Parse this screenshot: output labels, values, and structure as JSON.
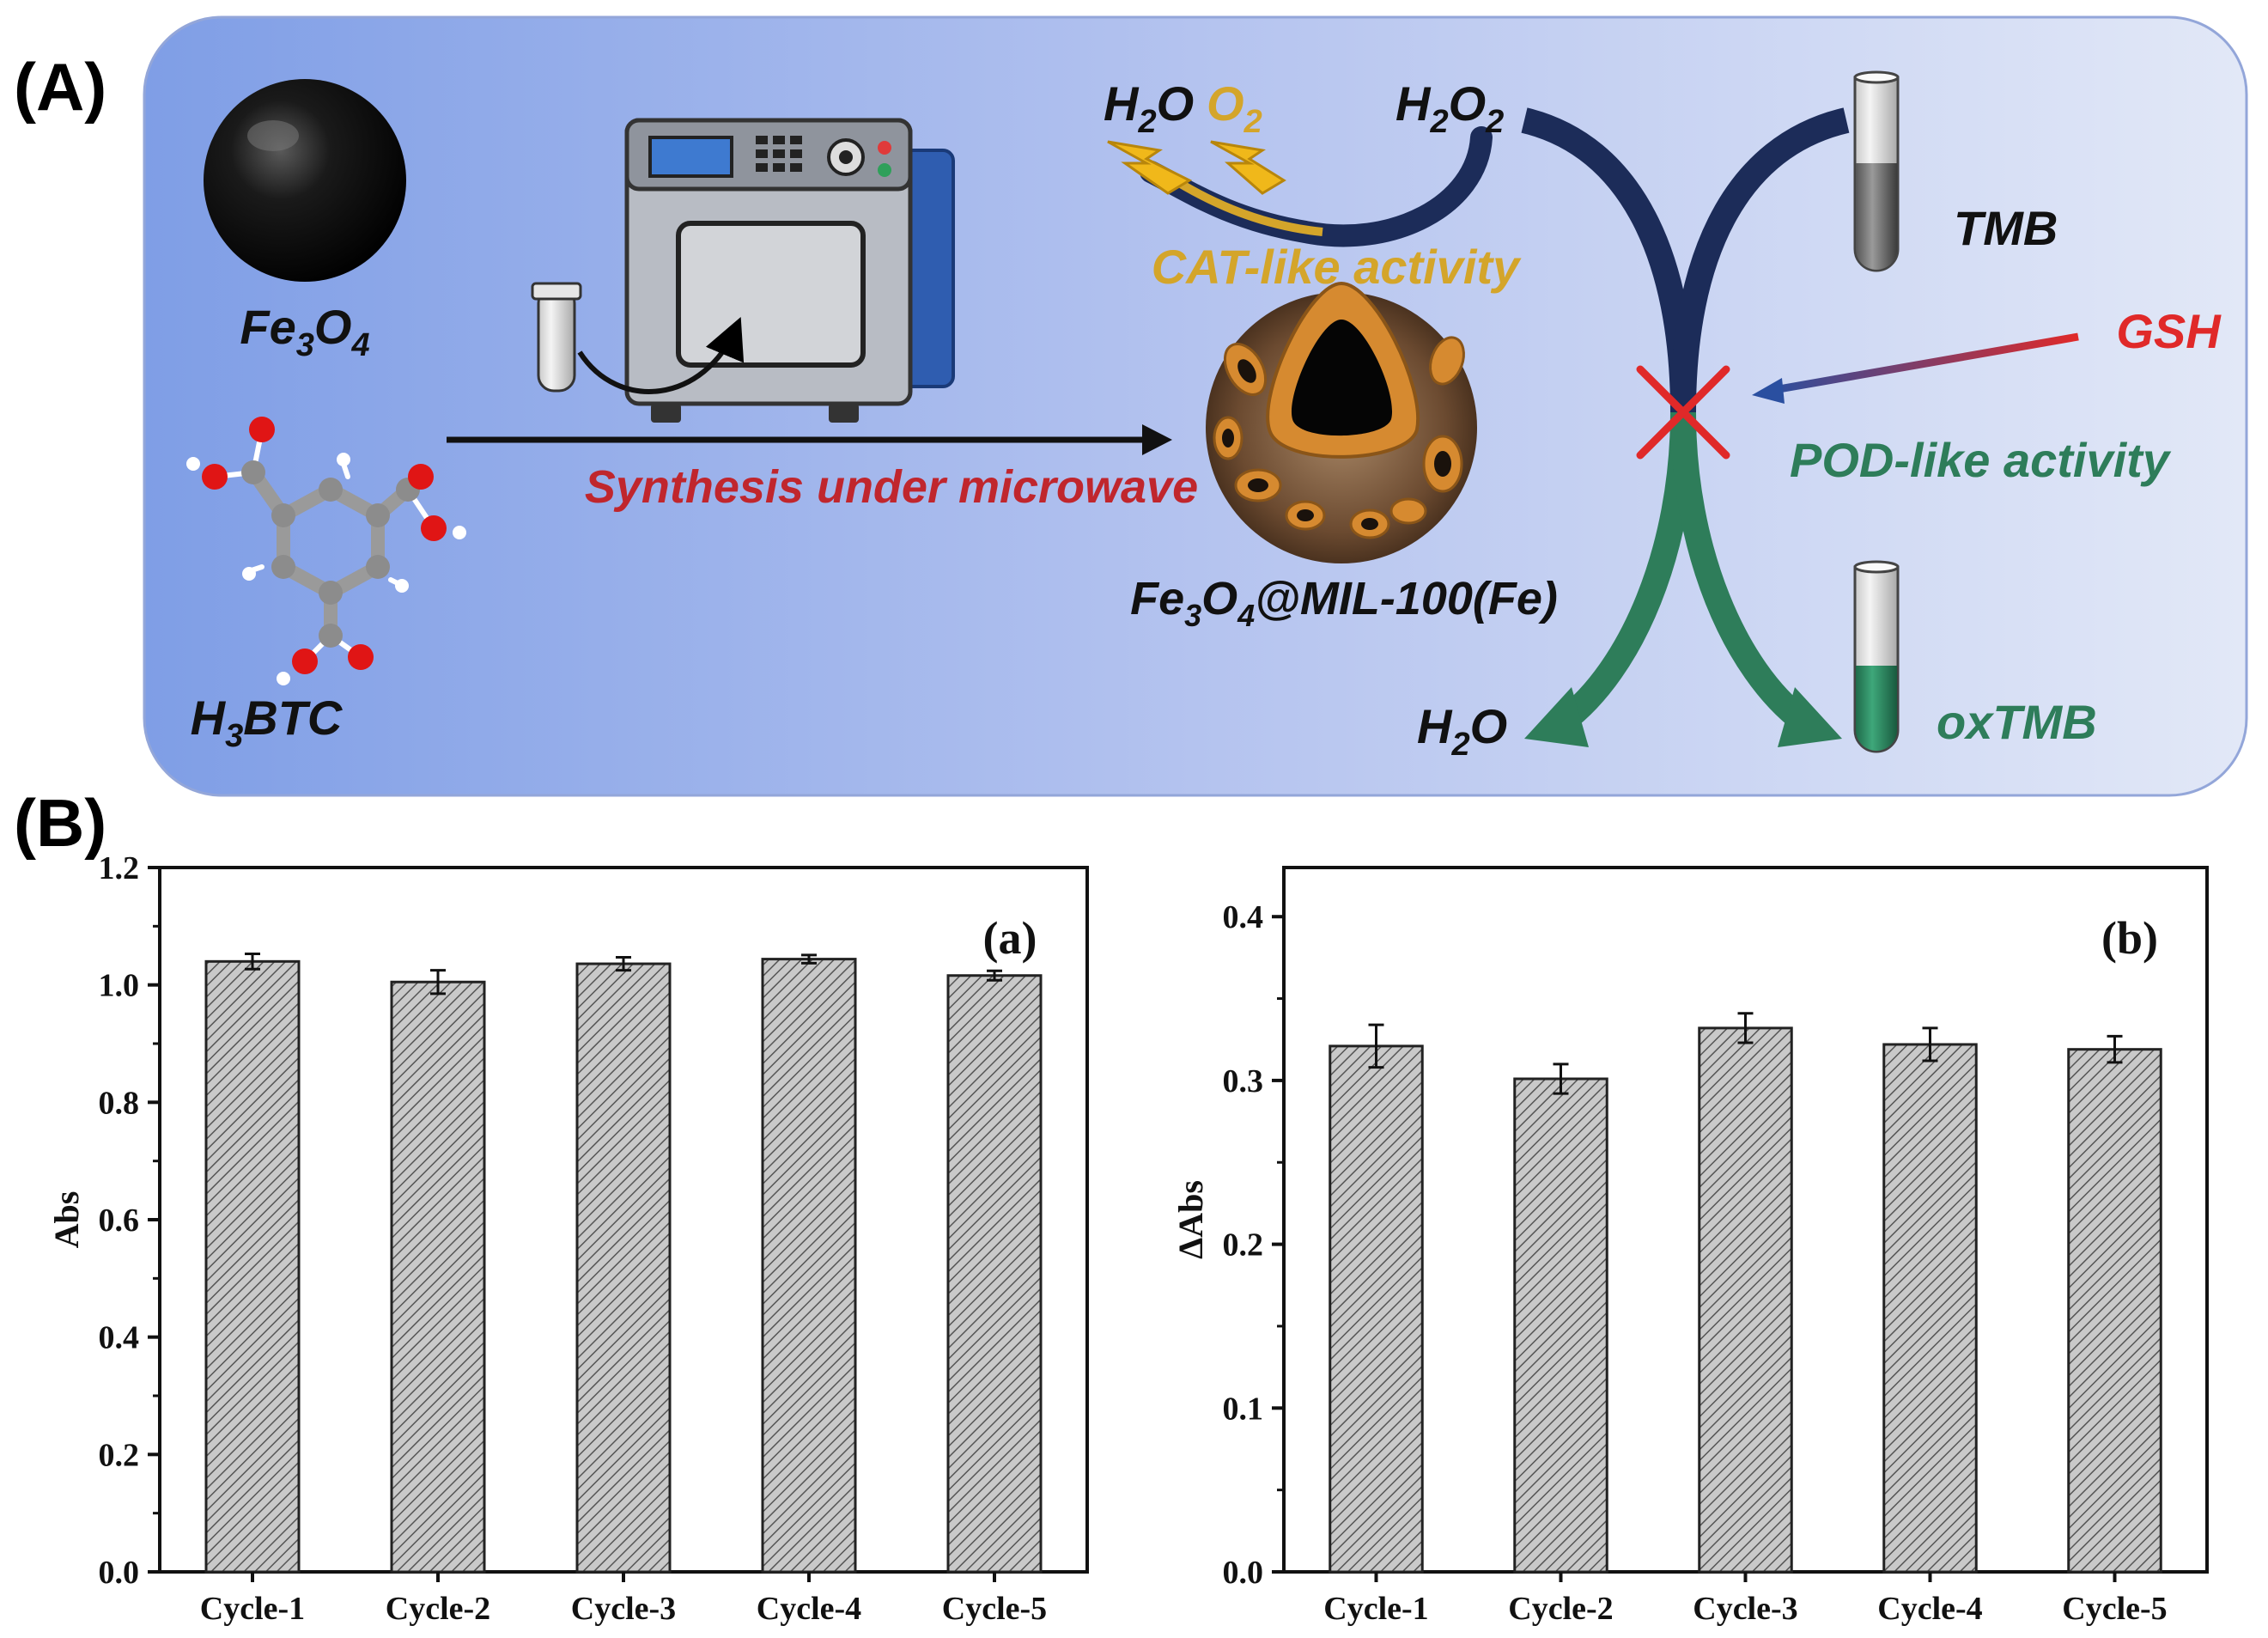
{
  "panel_a": {
    "label": "(A)",
    "fe3o4": {
      "main": "Fe",
      "sub1": "3",
      "mid": "O",
      "sub2": "4"
    },
    "h3btc": {
      "main": "H",
      "sub1": "3",
      "rest": "BTC"
    },
    "synthesis_label": "Synthesis under microwave",
    "composite": {
      "p1": "Fe",
      "s1": "3",
      "p2": "O",
      "s2": "4",
      "p3": "@MIL-100(Fe)"
    },
    "cat_label": "CAT-like activity",
    "water_top": {
      "p1": "H",
      "s1": "2",
      "p2": "O"
    },
    "oxygen": {
      "p1": "O",
      "s1": "2"
    },
    "h2o2": {
      "p1": "H",
      "s1": "2",
      "p2": "O",
      "s2": "2"
    },
    "tmb": "TMB",
    "gsh": "GSH",
    "pod_label": "POD-like activity",
    "water_bottom": {
      "p1": "H",
      "s1": "2",
      "p2": "O"
    },
    "oxtmb": "oxTMB",
    "colors": {
      "background_left": "#7f9ee6",
      "background_right": "#dfe6f7",
      "dark_navy": "#1c2c59",
      "gold": "#d4a52a",
      "red": "#e02929",
      "green": "#2e7d5a",
      "orange": "#d68a30"
    }
  },
  "panel_b": {
    "label": "(B)",
    "chart_data": [
      {
        "type": "bar",
        "panel_label": "(a)",
        "categories": [
          "Cycle-1",
          "Cycle-2",
          "Cycle-3",
          "Cycle-4",
          "Cycle-5"
        ],
        "values": [
          1.04,
          1.005,
          1.036,
          1.044,
          1.016
        ],
        "errors": [
          0.013,
          0.02,
          0.011,
          0.007,
          0.008
        ],
        "ylabel": "Abs",
        "xlabel": "",
        "ylim": [
          0,
          1.2
        ],
        "yticks": [
          "0.0",
          "0.2",
          "0.4",
          "0.6",
          "0.8",
          "1.0",
          "1.2"
        ],
        "grid": false,
        "bar_fill": "hatched gray"
      },
      {
        "type": "bar",
        "panel_label": "(b)",
        "categories": [
          "Cycle-1",
          "Cycle-2",
          "Cycle-3",
          "Cycle-4",
          "Cycle-5"
        ],
        "values": [
          0.321,
          0.301,
          0.332,
          0.322,
          0.319
        ],
        "errors": [
          0.013,
          0.009,
          0.009,
          0.01,
          0.008
        ],
        "ylabel": "ΔAbs",
        "xlabel": "",
        "ylim": [
          0,
          0.43
        ],
        "yticks": [
          "0.0",
          "0.1",
          "0.2",
          "0.3",
          "0.4"
        ],
        "grid": false,
        "bar_fill": "hatched gray"
      }
    ]
  }
}
